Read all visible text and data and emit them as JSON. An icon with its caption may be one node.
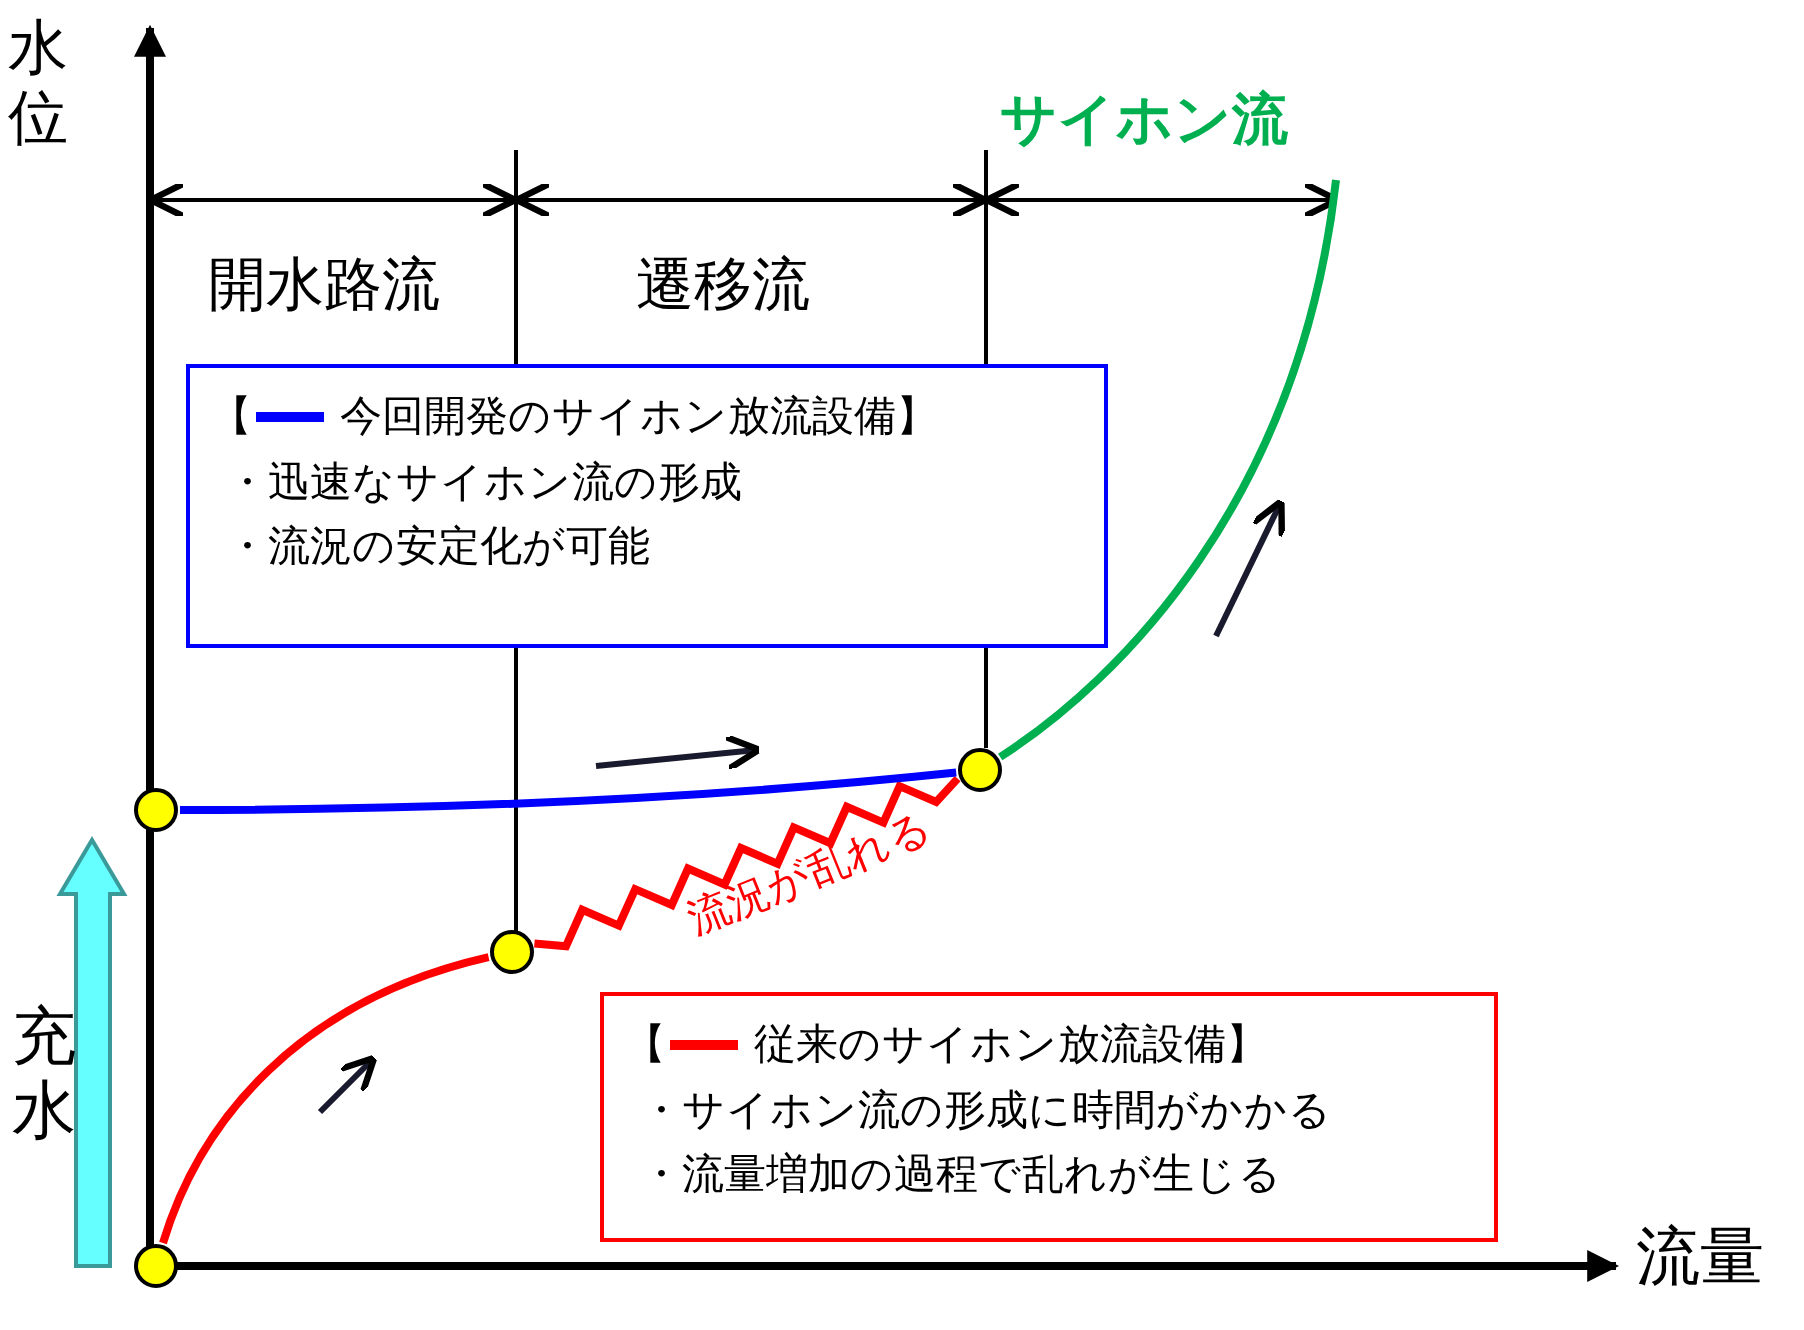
{
  "diagram": {
    "nodes": [
      {
        "text": [
          "【",
          "今回開発のサイホン放流設備】",
          "・迅速なサイホン流の形成",
          "・流況の安定化が可能"
        ]
      },
      {
        "text": [
          "【",
          "従来のサイホン放流設備】",
          "・サイホン流の形成に時間がかかる",
          "・流量増加の過程で乱れが生じる"
        ]
      },
      {
        "text": [],
        "shape": "circle"
      },
      {
        "text": [],
        "shape": "circle"
      },
      {
        "text": [],
        "shape": "circle"
      },
      {
        "text": [],
        "shape": "circle"
      }
    ],
    "edges": [
      {
        "from": 3,
        "to": 4,
        "arrow": "none",
        "color": "#ff0000"
      },
      {
        "from": 4,
        "to": 5,
        "arrow": "none",
        "label": "流況が乱れる",
        "color": "#ff0000"
      },
      {
        "from": 2,
        "to": 5,
        "arrow": "none",
        "color": "#0000ff"
      },
      {
        "from": 5,
        "to": null,
        "arrow": "none",
        "color": "#00b050"
      }
    ],
    "labels": [
      "水位",
      "サイホン流",
      "開水路流",
      "遷移流",
      "充水",
      "流量"
    ]
  }
}
